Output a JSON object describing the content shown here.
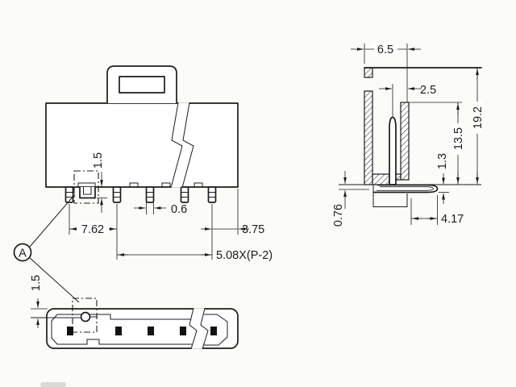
{
  "drawing_type": "connector-dimension-drawing",
  "colors": {
    "line": "#1c1c1c",
    "background": "#fbfbf8"
  },
  "detail_callout": {
    "label": "A"
  },
  "front_view": {
    "peg_height": "1.5",
    "first_pitch": "7.62",
    "pin_width": "0.6",
    "edge_margin": "3.75",
    "pitch_formula": "5.08X(P-2)"
  },
  "bottom_view": {
    "boss_offset": "1.5"
  },
  "side_view": {
    "top_width": "6.5",
    "pin_offset": "2.5",
    "total_height": "19.2",
    "body_height": "13.5",
    "lead_width": "1.3",
    "lead_thickness": "0.76",
    "lead_length": "4.17"
  }
}
